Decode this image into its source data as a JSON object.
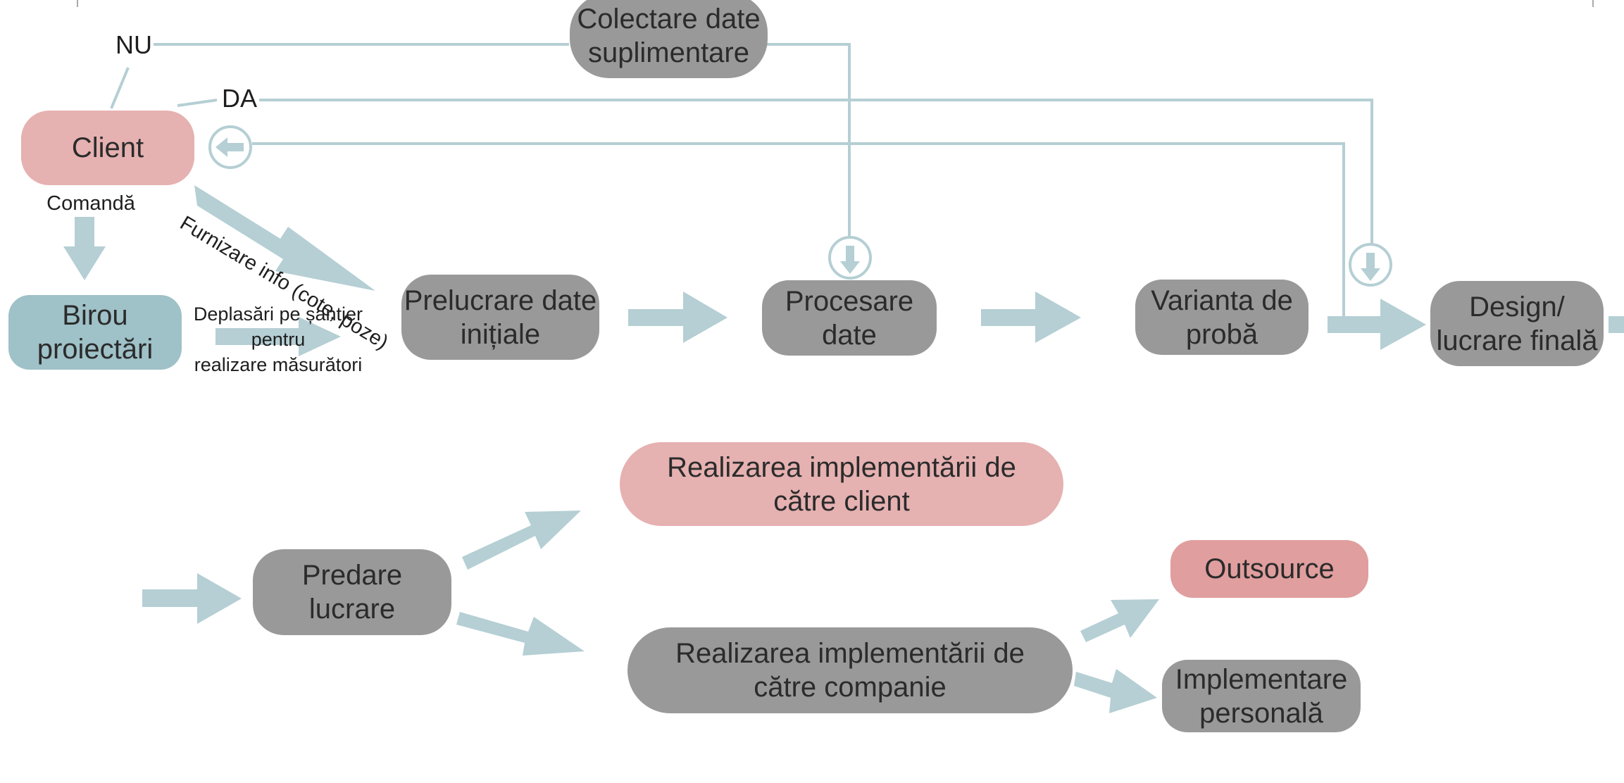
{
  "colors": {
    "connector": "#b5cfd4",
    "process": "#999999",
    "client": "#e6b1b1",
    "outsource": "#e09e9e",
    "office": "#9fc1c8",
    "text": "#2b2b2b"
  },
  "nodes": {
    "client": "Client",
    "birou": "Birou\nproiectări",
    "colectare": "Colectare date\nsuplimentare",
    "prelucrare": "Prelucrare date\ninițiale",
    "procesare": "Procesare\ndate",
    "varianta": "Varianta de\nprobă",
    "design": "Design/\nlucrare finală",
    "predare": "Predare\nlucrare",
    "impl_client": "Realizarea implementării de\ncătre client",
    "impl_companie": "Realizarea implementării de\ncătre companie",
    "outsource": "Outsource",
    "impl_personala": "Implementare\npersonală"
  },
  "labels": {
    "nu": "NU",
    "da": "DA",
    "comanda": "Comandă",
    "furnizare": "Furnizare info (cote, poze)",
    "deplasari": "Deplasări pe șantier\npentru\nrealizare măsurători"
  },
  "icons": [
    "arrow-left-circle-icon",
    "arrow-down-circle-icon"
  ]
}
